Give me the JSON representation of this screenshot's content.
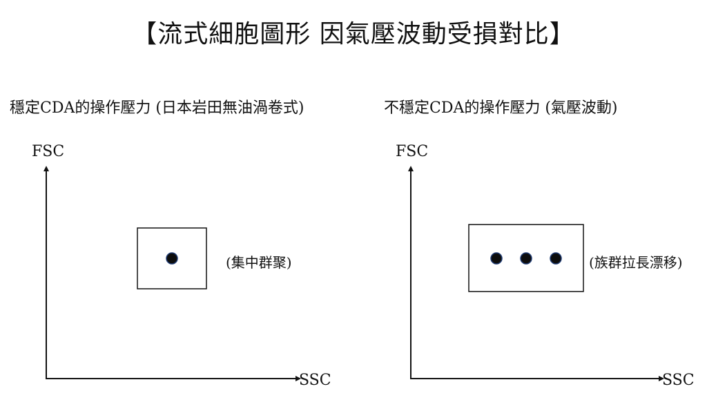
{
  "title": "【流式細胞圖形 因氣壓波動受損對比】",
  "panels": [
    {
      "subtitle": "穩定CDA的操作壓力 (日本岩田無油渦卷式)",
      "y_axis_label": "FSC",
      "x_axis_label": "SSC",
      "gate_note": "(集中群聚)",
      "dot_count": 1
    },
    {
      "subtitle": "不穩定CDA的操作壓力 (氣壓波動)",
      "y_axis_label": "FSC",
      "x_axis_label": "SSC",
      "gate_note": "(族群拉長漂移)",
      "dot_count": 3
    }
  ],
  "colors": {
    "ink": "#111111",
    "dot_fill": "#0d0d0d",
    "dot_outline": "#1f3b73"
  }
}
